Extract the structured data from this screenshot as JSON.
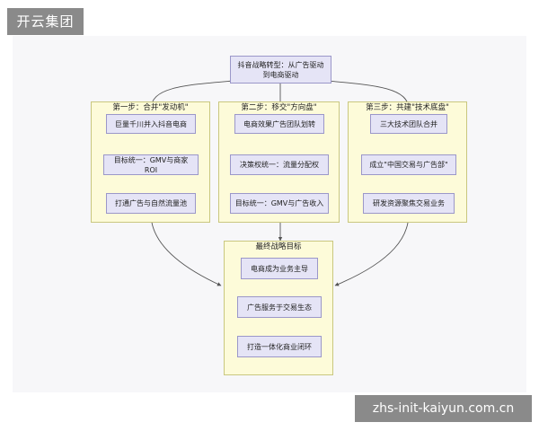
{
  "brand": {
    "label": "开云集团"
  },
  "watermark": {
    "label": "zhs-init-kaiyun.com.cn"
  },
  "diagram": {
    "root": {
      "line1": "抖音战略转型：从广告驱动",
      "line2": "到电商驱动"
    },
    "steps": [
      {
        "title": "第一步：合并\"发动机\"",
        "nodes": [
          "巨量千川并入抖音电商",
          "目标统一：GMV与商家ROI",
          "打通广告与自然流量池"
        ]
      },
      {
        "title": "第二步：移交\"方向盘\"",
        "nodes": [
          "电商效果广告团队划转",
          "决策权统一：流量分配权",
          "目标统一：GMV与广告收入"
        ]
      },
      {
        "title": "第三步：共建\"技术底盘\"",
        "nodes": [
          "三大技术团队合并",
          "成立\"中国交易与广告部\"",
          "研发资源聚焦交易业务"
        ]
      }
    ],
    "goal": {
      "title": "最终战略目标",
      "nodes": [
        "电商成为业务主导",
        "广告服务于交易生态",
        "打造一体化商业闭环"
      ]
    }
  },
  "colors": {
    "cluster_fill": "#fdfbd9",
    "node_fill": "#e5e4f6",
    "edge": "#555555"
  }
}
